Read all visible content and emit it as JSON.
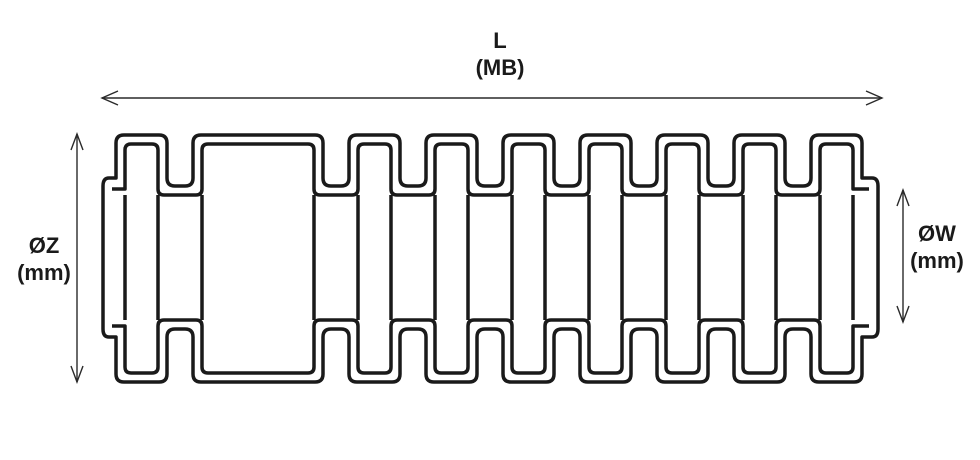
{
  "dimensions": {
    "length": {
      "symbol": "L",
      "unit": "(MB)"
    },
    "outer_diameter": {
      "symbol": "ØZ",
      "unit": "(mm)"
    },
    "inner_diameter": {
      "symbol": "ØW",
      "unit": "(mm)"
    }
  },
  "colors": {
    "line": "#1a1a1a",
    "background": "#ffffff"
  }
}
